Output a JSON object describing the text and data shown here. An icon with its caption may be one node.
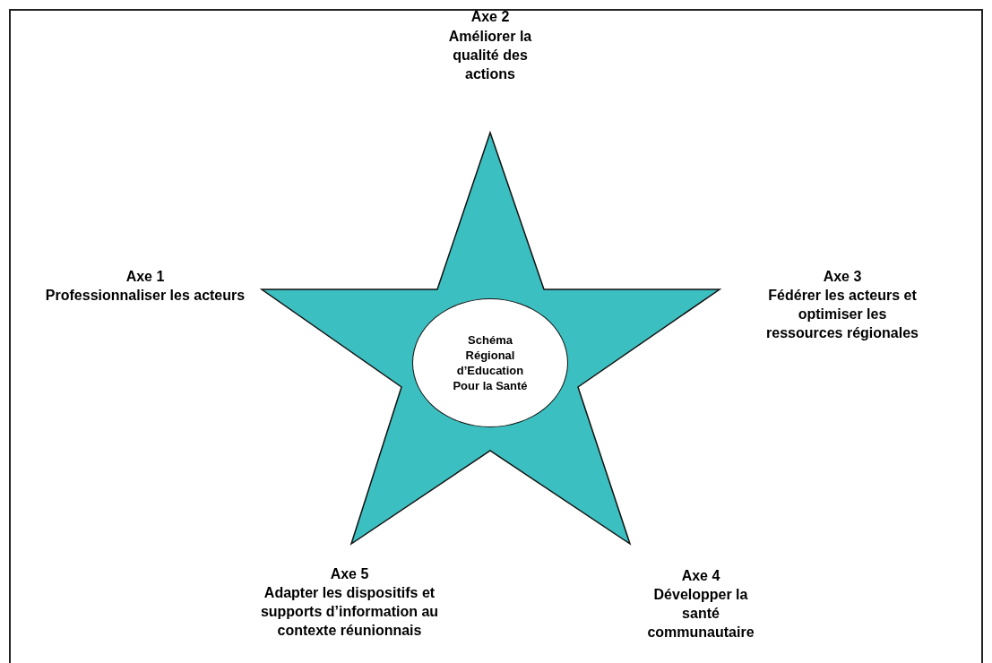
{
  "diagram": {
    "nodes": [
      {
        "text": [],
        "shape": "star"
      },
      {
        "text": [
          "Schéma Régional d’Education Pour la Santé"
        ],
        "in": 0
      }
    ],
    "labels": [
      "Axe 2",
      "Améliorer la qualité des actions",
      "Axe 1",
      "Professionnaliser les acteurs",
      "Axe 3",
      "Fédérer les acteurs et optimiser les ressources régionales",
      "Axe 5",
      "Adapter les dispositifs et supports d’information au contexte réunionnais",
      "Axe 4",
      "Développer la santé communautaire"
    ]
  }
}
